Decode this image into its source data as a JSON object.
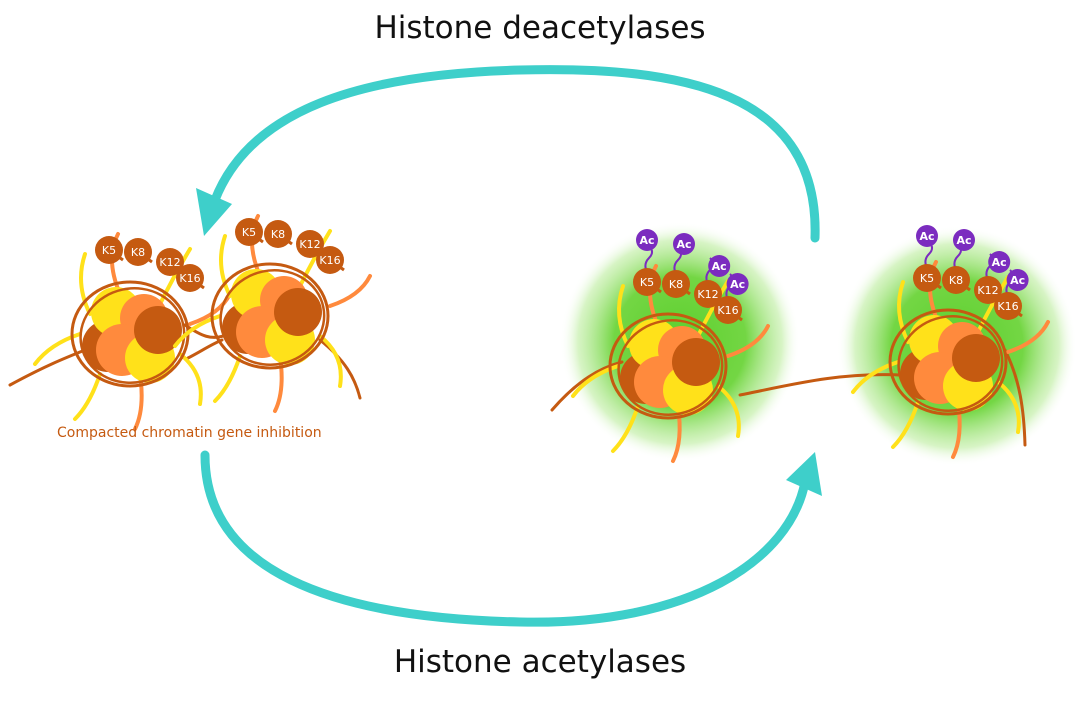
{
  "labels": {
    "top": "Histone deacetylases",
    "bottom": "Histone acetylases",
    "caption": "Compacted chromatin gene inhibition",
    "acetyl": "Ac"
  },
  "residues": [
    "K5",
    "K8",
    "K12",
    "K16"
  ],
  "colors": {
    "arrow": "#3ecfca",
    "dna": "#c55a11",
    "histone_dark": "#c55a11",
    "histone_orange": "#ff8a3d",
    "histone_yellow": "#ffe11a",
    "acetyl": "#7b2cbf",
    "halo": "#5ccf2e",
    "caption": "#c55a11"
  },
  "icons": {
    "cycle_top": "curved-arrow-icon",
    "cycle_bottom": "curved-arrow-icon",
    "nucleosome": "nucleosome-icon"
  }
}
